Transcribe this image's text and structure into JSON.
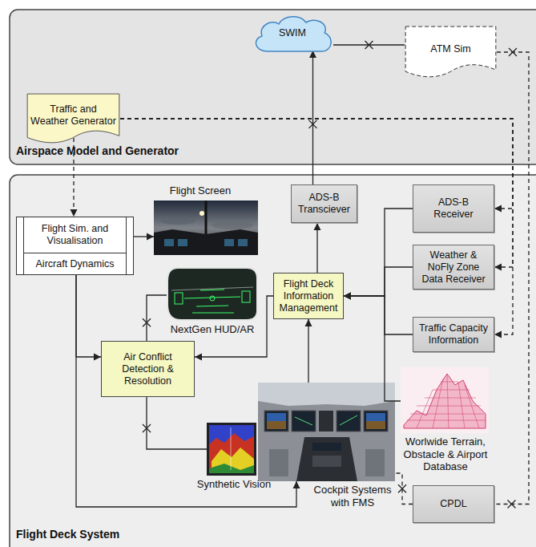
{
  "diagram": {
    "nodes": [
      {
        "text": [
          "Airspace Model and Generator"
        ]
      },
      {
        "text": [
          "SWIM"
        ],
        "in": 0
      },
      {
        "text": [
          "ATM Sim"
        ],
        "in": 0
      },
      {
        "text": [
          "Traffic and Weather Generator"
        ],
        "in": 0
      },
      {
        "text": [
          "Flight Deck System"
        ]
      },
      {
        "text": [
          "Flight Sim. and Visualisation",
          "Aircraft Dynamics"
        ],
        "in": 4
      },
      {
        "text": [
          "Flight Screen"
        ],
        "in": 4
      },
      {
        "text": [
          "NextGen HUD/AR"
        ],
        "in": 4
      },
      {
        "text": [
          "ADS-B Transciever"
        ],
        "in": 4
      },
      {
        "text": [
          "ADS-B Receiver"
        ],
        "in": 4
      },
      {
        "text": [
          "Flight Deck Information Management"
        ],
        "in": 4
      },
      {
        "text": [
          "Weather & NoFly Zone Data Receiver"
        ],
        "in": 4
      },
      {
        "text": [
          "Traffic Capacity Information"
        ],
        "in": 4
      },
      {
        "text": [
          "Air Conflict Detection & Resolution"
        ],
        "in": 4
      },
      {
        "text": [
          "Worlwide Terrain, Obstacle & Airport Database"
        ],
        "in": 4
      },
      {
        "text": [
          "Synthetic Vision"
        ],
        "in": 4
      },
      {
        "text": [
          "Cockpit Systems with FMS"
        ],
        "in": 4
      },
      {
        "text": [
          "CPDL"
        ],
        "in": 4
      }
    ],
    "edges": [
      {
        "from": 3,
        "to": 5,
        "arrow": "to"
      },
      {
        "from": 3,
        "to": 9,
        "arrow": "to"
      },
      {
        "from": 3,
        "to": 11,
        "arrow": "to"
      },
      {
        "from": 3,
        "to": 12,
        "arrow": "to"
      },
      {
        "from": 2,
        "to": 17,
        "arrow": "none"
      },
      {
        "from": 1,
        "to": 2,
        "arrow": "none"
      },
      {
        "from": 8,
        "to": 1,
        "arrow": "to"
      },
      {
        "from": 10,
        "to": 8,
        "arrow": "to"
      },
      {
        "from": 9,
        "to": 10,
        "arrow": "to"
      },
      {
        "from": 11,
        "to": 10,
        "arrow": "to"
      },
      {
        "from": 12,
        "to": 10,
        "arrow": "to"
      },
      {
        "from": 14,
        "to": 10,
        "arrow": "to"
      },
      {
        "from": 16,
        "to": 10,
        "arrow": "to"
      },
      {
        "from": 10,
        "to": 13,
        "arrow": "to"
      },
      {
        "from": 7,
        "to": 13,
        "arrow": "none"
      },
      {
        "from": 5,
        "to": 6,
        "arrow": "to"
      },
      {
        "from": 5,
        "to": 13,
        "arrow": "to"
      },
      {
        "from": 5,
        "to": 16,
        "arrow": "to"
      },
      {
        "from": 17,
        "to": 16,
        "arrow": "none"
      },
      {
        "from": 15,
        "to": 13,
        "arrow": "none"
      }
    ]
  }
}
